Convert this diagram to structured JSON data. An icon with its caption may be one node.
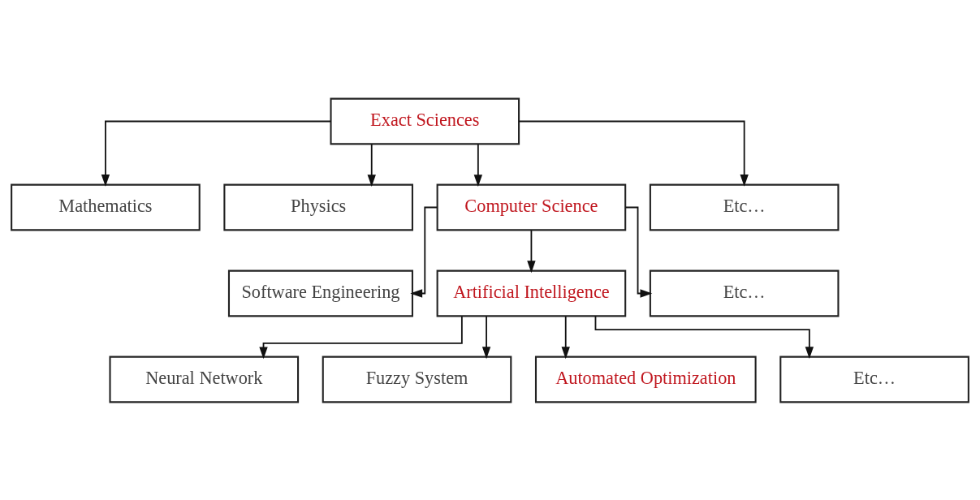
{
  "diagram": {
    "nodes": [
      {
        "text": [
          "Exact Sciences"
        ]
      },
      {
        "text": [
          "Mathematics"
        ]
      },
      {
        "text": [
          "Physics"
        ]
      },
      {
        "text": [
          "Computer Science"
        ]
      },
      {
        "text": [
          "Etc…"
        ]
      },
      {
        "text": [
          "Software Engineering"
        ]
      },
      {
        "text": [
          "Artificial Intelligence"
        ]
      },
      {
        "text": [
          "Etc…"
        ]
      },
      {
        "text": [
          "Neural Network"
        ]
      },
      {
        "text": [
          "Fuzzy System"
        ]
      },
      {
        "text": [
          "Automated Optimization"
        ]
      },
      {
        "text": [
          "Etc…"
        ]
      }
    ],
    "edges": [
      {
        "from": 0,
        "to": 1,
        "arrow": "to"
      },
      {
        "from": 0,
        "to": 2,
        "arrow": "to"
      },
      {
        "from": 0,
        "to": 3,
        "arrow": "to"
      },
      {
        "from": 0,
        "to": 4,
        "arrow": "to"
      },
      {
        "from": 3,
        "to": 5,
        "arrow": "to"
      },
      {
        "from": 3,
        "to": 6,
        "arrow": "to"
      },
      {
        "from": 3,
        "to": 7,
        "arrow": "to"
      },
      {
        "from": 6,
        "to": 8,
        "arrow": "to"
      },
      {
        "from": 6,
        "to": 9,
        "arrow": "to"
      },
      {
        "from": 6,
        "to": 10,
        "arrow": "to"
      },
      {
        "from": 6,
        "to": 11,
        "arrow": "to"
      }
    ]
  }
}
